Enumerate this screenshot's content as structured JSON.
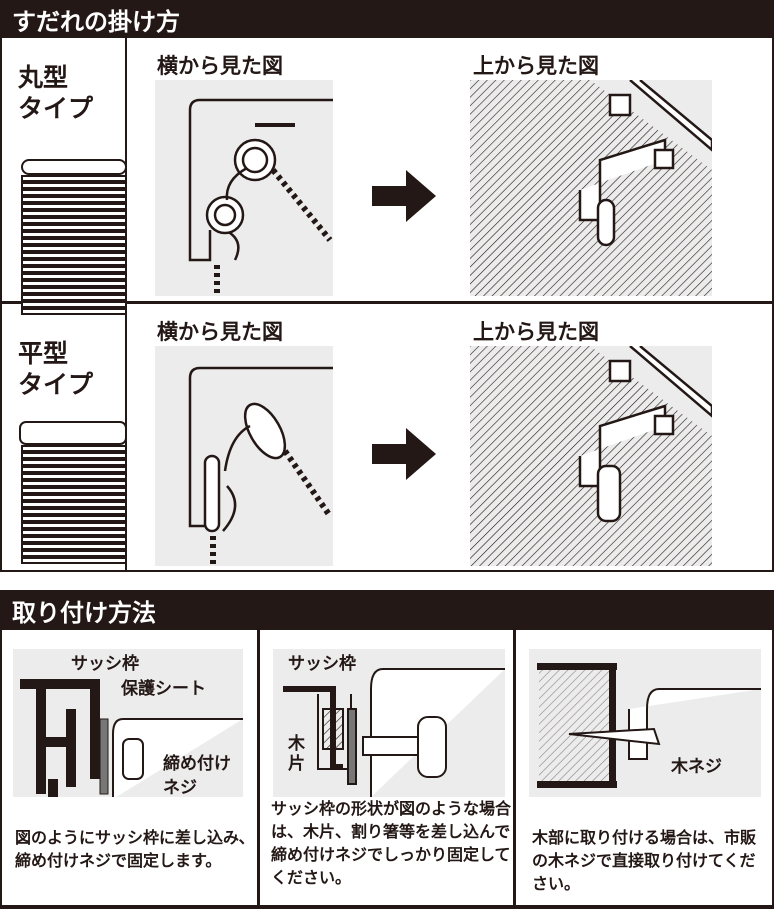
{
  "section1": {
    "title": "すだれの掛け方",
    "rows": [
      {
        "type_label": "丸型\nタイプ",
        "side_caption": "横から見た図",
        "top_caption": "上から見た図"
      },
      {
        "type_label": "平型\nタイプ",
        "side_caption": "横から見た図",
        "top_caption": "上から見た図"
      }
    ]
  },
  "section2": {
    "title": "取り付け方法",
    "panels": [
      {
        "labels": [
          "サッシ枠",
          "保護シート",
          "締め付け\nネジ"
        ],
        "text": "図のようにサッシ枠に差し込み､締め付けネジで固定します。"
      },
      {
        "labels": [
          "サッシ枠",
          "木\n片"
        ],
        "text": "サッシ枠の形状が図のような場合は、木片、割り箸等を差し込んで締め付けネジでしっかり固定してください。"
      },
      {
        "labels": [
          "木ネジ"
        ],
        "text": "木部に取り付ける場合は、市販の木ネジで直接取り付けてください。"
      }
    ]
  }
}
